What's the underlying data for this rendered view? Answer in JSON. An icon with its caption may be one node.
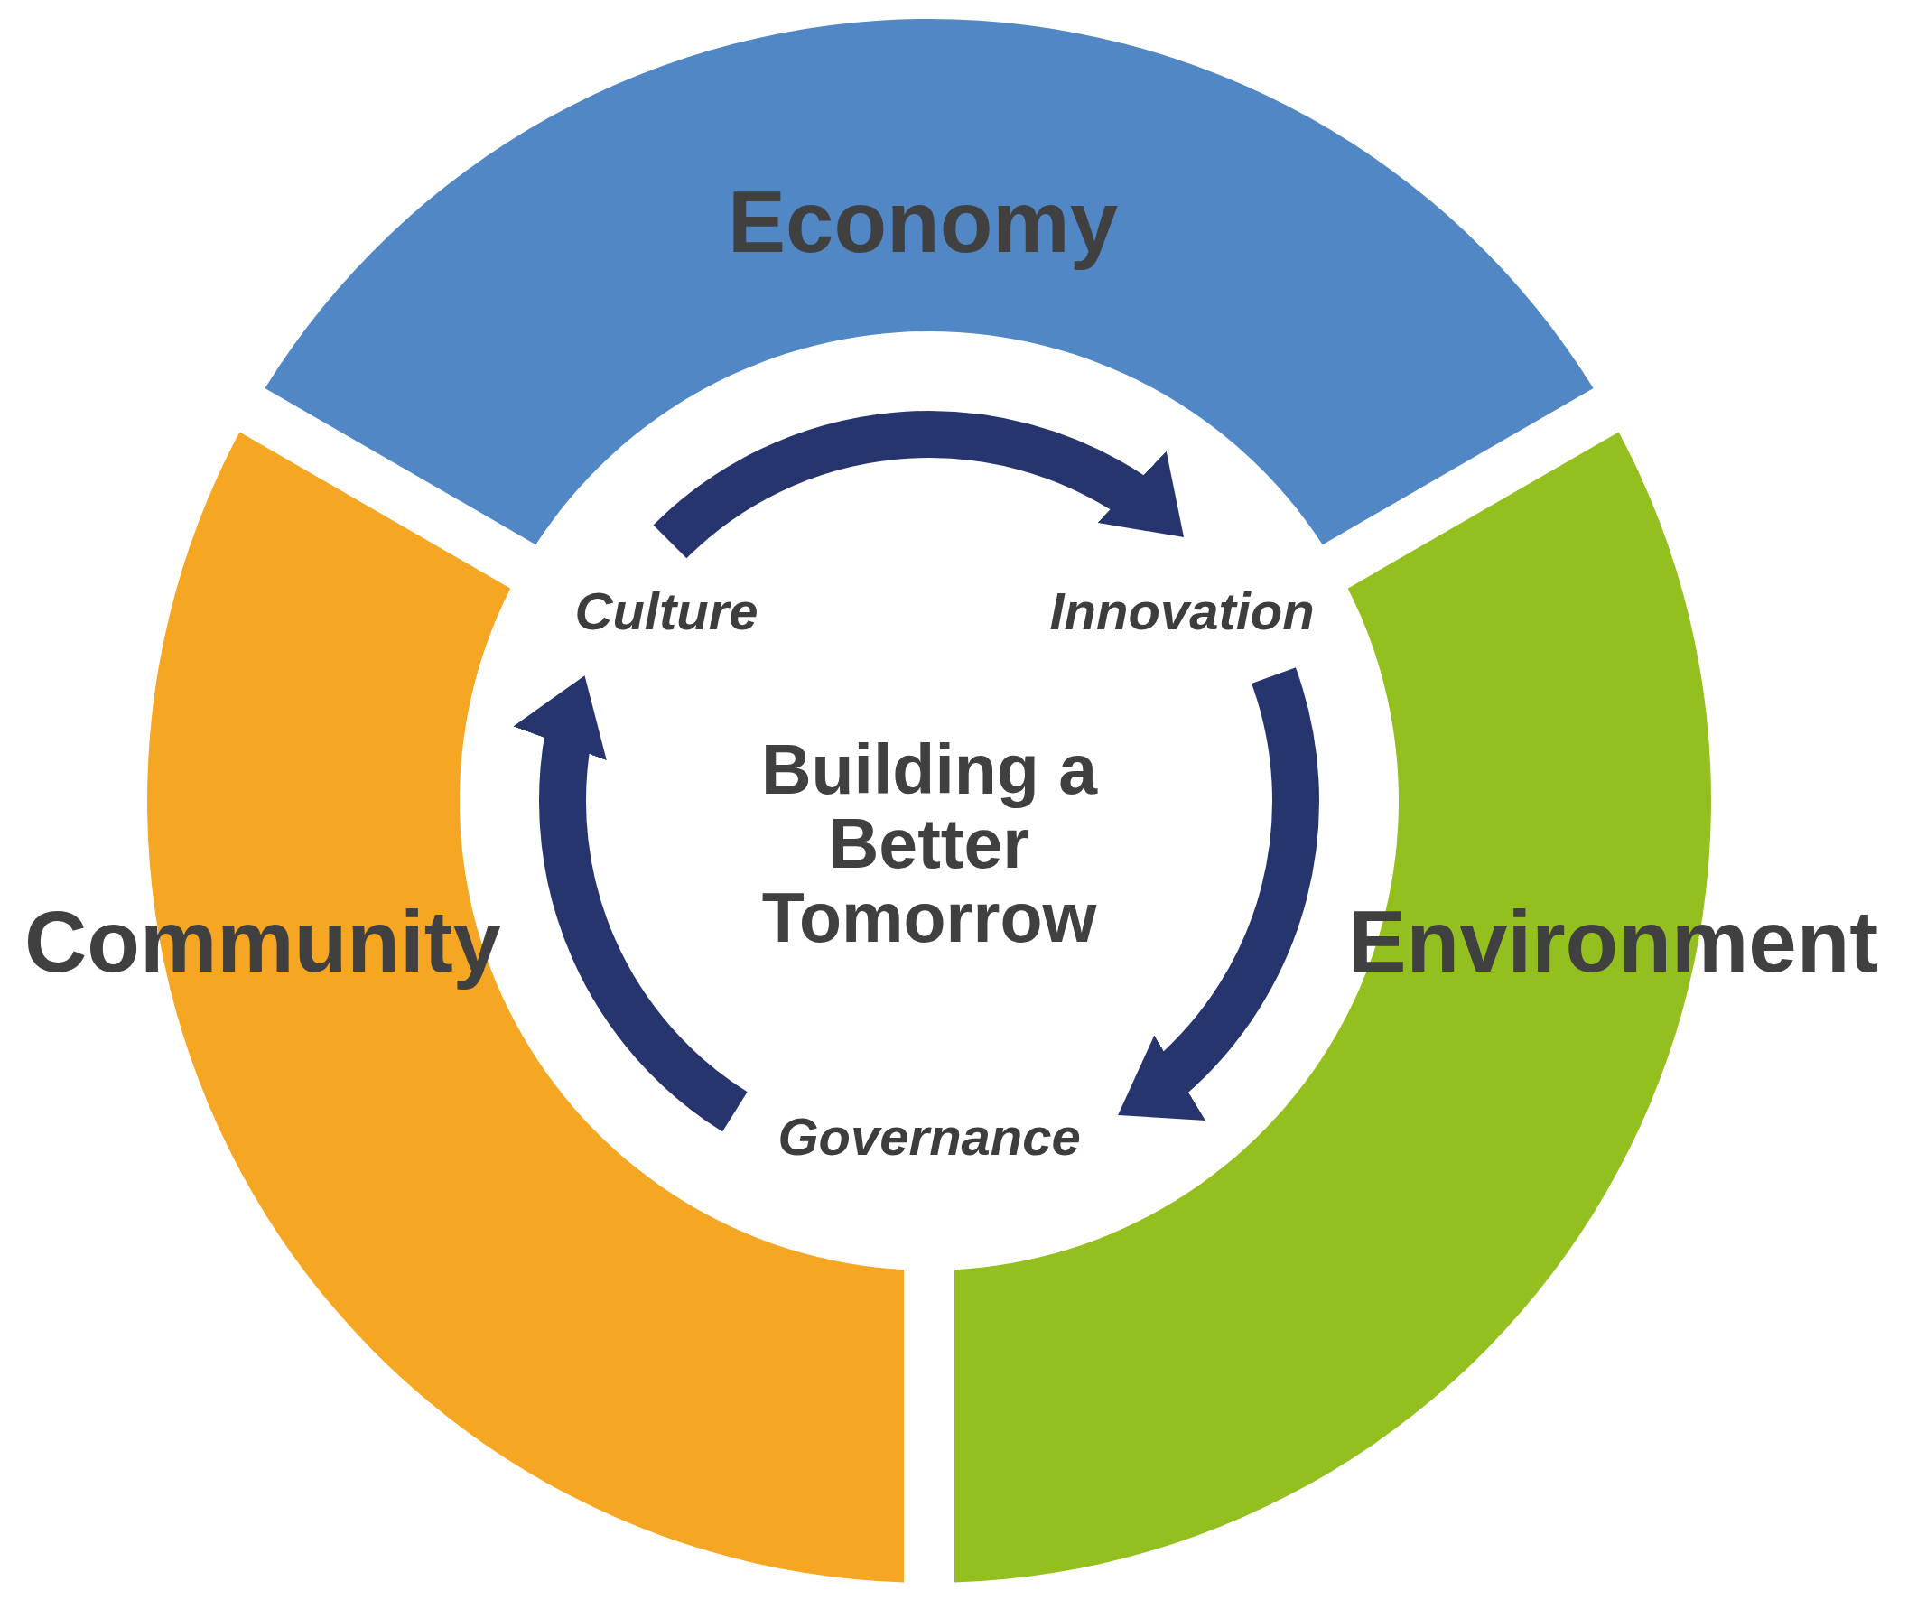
{
  "diagram": {
    "nodes": [
      {
        "text": [
          "Economy"
        ]
      },
      {
        "text": [
          "Culture"
        ]
      },
      {
        "text": [
          "Innovation"
        ]
      },
      {
        "text": [
          "Community"
        ]
      },
      {
        "text": [
          "Environment"
        ]
      },
      {
        "text": [
          "Governance"
        ]
      }
    ],
    "edges": [
      {
        "from": 1,
        "to": 2,
        "arrow": "to"
      },
      {
        "from": 2,
        "to": 5,
        "arrow": "to"
      },
      {
        "from": 5,
        "to": 1,
        "arrow": "to"
      }
    ],
    "labels": [
      "Building a Better Tomorrow"
    ]
  }
}
